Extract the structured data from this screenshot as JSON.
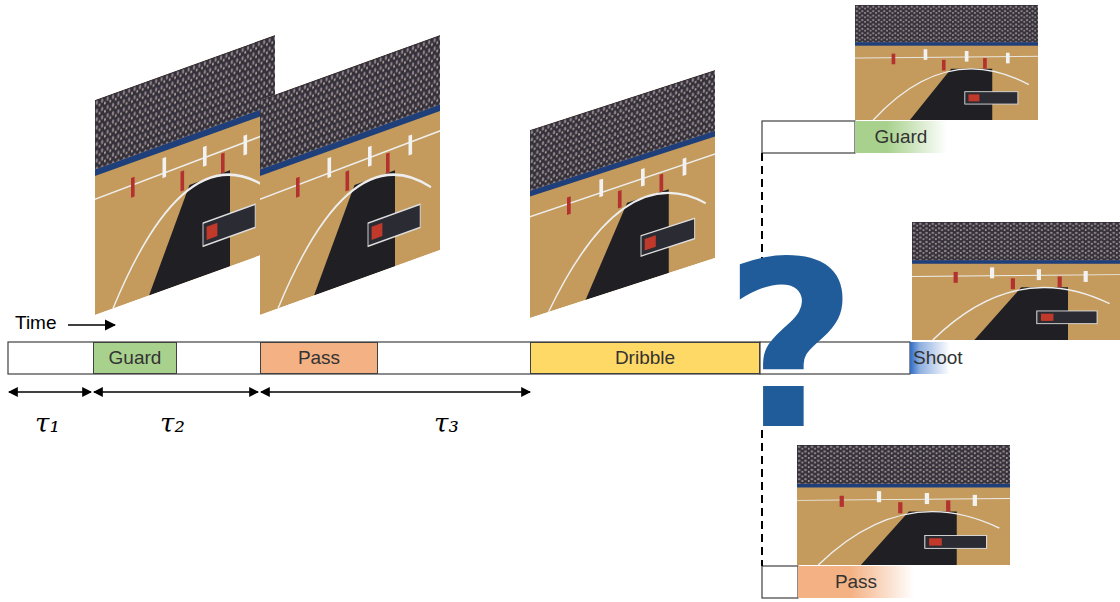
{
  "diagram": {
    "nodes": [
      {
        "text": [
          "Guard"
        ]
      },
      {
        "text": [
          "Pass"
        ]
      },
      {
        "text": [
          "Dribble"
        ]
      },
      {
        "text": [
          "Guard"
        ]
      },
      {
        "text": [
          "Shoot"
        ]
      },
      {
        "text": [
          "Pass"
        ]
      }
    ],
    "labels": [
      "Time",
      "τ₁",
      "τ₂",
      "τ₃",
      "?"
    ]
  }
}
